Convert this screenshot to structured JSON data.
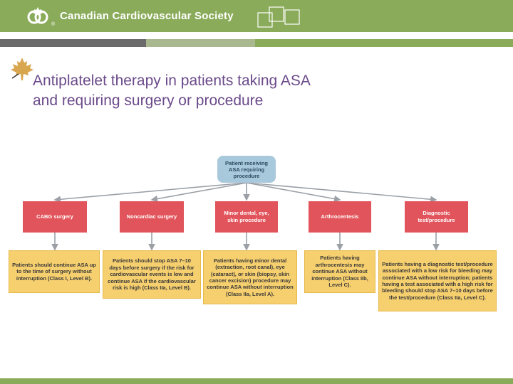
{
  "header": {
    "society_name": "Canadian Cardiovascular Society",
    "registered_mark": "®",
    "colors": {
      "header_green": "#8aab5a",
      "title_purple": "#6b4a8a",
      "root_blue": "#a8c8dc",
      "category_red": "#e2545b",
      "recommendation_yellow": "#f6cf6e"
    }
  },
  "slide": {
    "title_line1": "Antiplatelet therapy in patients taking ASA",
    "title_line2": "and requiring surgery or procedure"
  },
  "flowchart": {
    "root": "Patient receiving ASA requiring procedure",
    "branches": [
      {
        "category": "CABG surgery",
        "recommendation": "Patients should continue ASA up to the time of surgery without interruption (Class I, Level B)."
      },
      {
        "category": "Noncardiac surgery",
        "recommendation": "Patients should stop ASA 7–10 days before surgery if the risk for cardiovascular events is low and continue ASA if the cardiovascular risk is high (Class IIa, Level B)."
      },
      {
        "category": "Minor dental, eye, skin procedure",
        "recommendation": "Patients having minor dental (extraction, root canal), eye (cataract), or skin (biopsy, skin cancer excision) procedure may continue ASA without interruption (Class IIa, Level A)."
      },
      {
        "category": "Arthrocentesis",
        "recommendation": "Patients having arthrocentesis may continue ASA without interruption (Class IIb, Level C)."
      },
      {
        "category": "Diagnostic test/procedure",
        "recommendation": "Patients having a diagnostic test/procedure associated with a low risk for bleeding may continue ASA without interruption; patients having a test associated with a high risk for bleeding should stop ASA 7–10 days before the test/procedure (Class IIa, Level C)."
      }
    ]
  }
}
